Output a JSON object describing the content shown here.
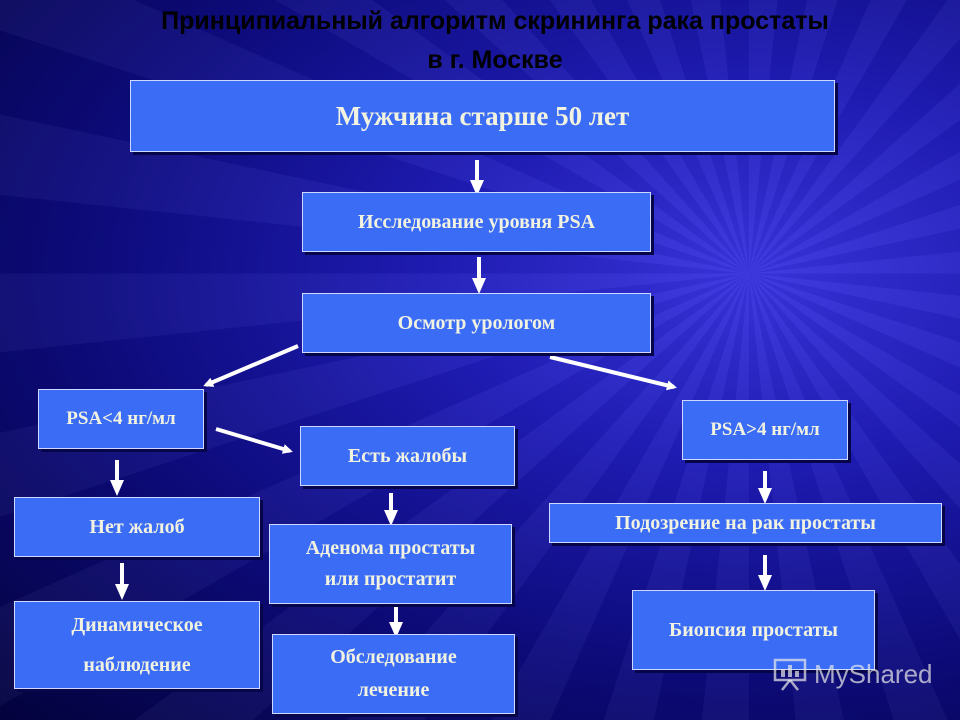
{
  "slide": {
    "title_line1": "Принципиальный алгоритм скрининга рака простаты",
    "title_line2": "в г. Москве"
  },
  "diagram": {
    "nodes": {
      "men_over_50": "Мужчина старше 50 лет",
      "psa_test": "Исследование уровня PSA",
      "urologist_exam": "Осмотр урологом",
      "psa_low": "PSA<4 нг/мл",
      "psa_high": "PSA>4 нг/мл",
      "has_complaints": "Есть жалобы",
      "no_complaints": "Нет жалоб",
      "adenoma_line1": "Аденома простаты",
      "adenoma_line2": "или простатит",
      "dynamic_line1": "Динамическое",
      "dynamic_line2": "наблюдение",
      "exam_line1": "Обследование",
      "exam_line2": "лечение",
      "cancer_suspicion": "Подозрение на рак простаты",
      "biopsy": "Биопсия простаты"
    }
  },
  "watermark": {
    "text": "MyShared",
    "icon": "presentation-board-icon"
  },
  "colors": {
    "box_fill": "#3a6cf6",
    "box_text": "#f2f2e0",
    "arrow": "#ffffff",
    "title": "#000000"
  }
}
